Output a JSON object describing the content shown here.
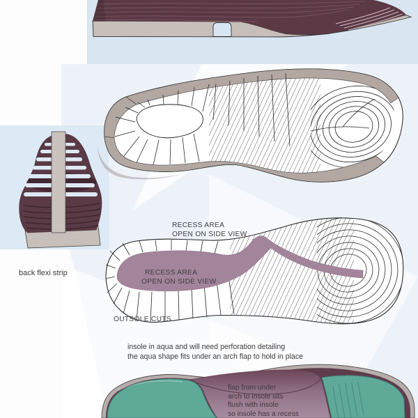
{
  "labels": {
    "back_flexi_strip": "back flexi strip",
    "outsole_cuts": "OUTSOLE CUTS",
    "recess_top": [
      "RECESS AREA",
      "OPEN ON SIDE VIEW"
    ],
    "recess_heel": [
      "RECESS AREA",
      "OPEN ON SIDE VIEW"
    ]
  },
  "notes": {
    "insole": [
      "insole in aqua and will need perforation detailing",
      "the aqua shape fits under an arch flap to hold in place"
    ],
    "flap": [
      "flap from under",
      "arch to insole sits",
      "flush with insole",
      "so insole has a recess"
    ]
  },
  "colors": {
    "upper_maroon": "#5c3a45",
    "sole_gray": "#c7bfba",
    "strip_taupe": "#b2a7a1",
    "recess_mauve": "#a3859b",
    "insole_teal": "#5fa997",
    "flap_mauve": "#8f7085",
    "panel_blue": "#d9e5f1"
  }
}
